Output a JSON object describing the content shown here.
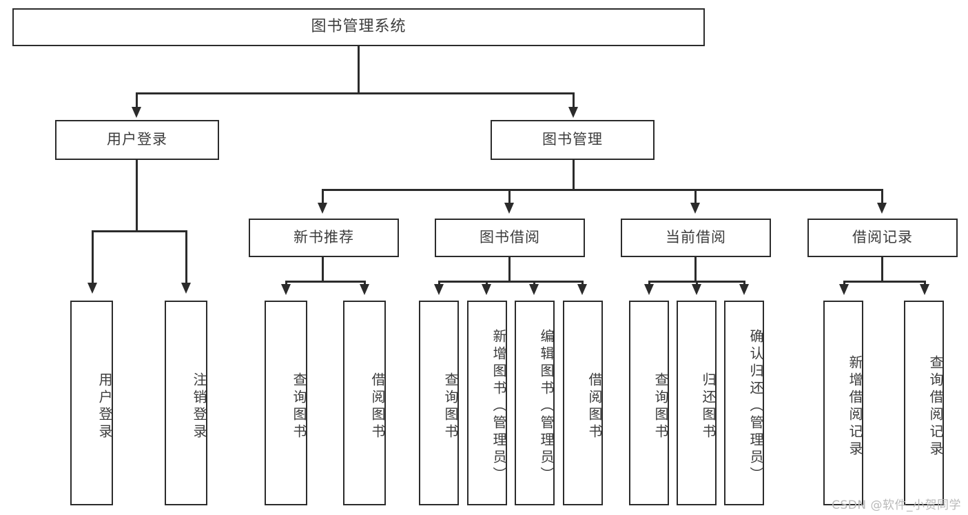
{
  "diagram": {
    "title": "图书管理系统",
    "type": "tree-hierarchy",
    "watermark": "CSDN @软件_小贺同学",
    "colors": {
      "background": "#ffffff",
      "box_border": "#2b2b2b",
      "box_fill": "#ffffff",
      "text": "#3c3c3c",
      "connector": "#2b2b2b",
      "watermark": "#b9b9b9"
    },
    "root": {
      "label": "图书管理系统"
    },
    "level2": [
      {
        "label": "用户登录"
      },
      {
        "label": "图书管理"
      }
    ],
    "level3": [
      {
        "label": "新书推荐"
      },
      {
        "label": "图书借阅"
      },
      {
        "label": "当前借阅"
      },
      {
        "label": "借阅记录"
      }
    ],
    "leaves": {
      "user_login": [
        {
          "label": "用户登录"
        },
        {
          "label": "注销登录"
        }
      ],
      "new_book_recommend": [
        {
          "label": "查询图书"
        },
        {
          "label": "借阅图书"
        }
      ],
      "book_borrow": [
        {
          "label": "查询图书"
        },
        {
          "label": "新增图书（管理员）"
        },
        {
          "label": "编辑图书（管理员）"
        },
        {
          "label": "借阅图书"
        }
      ],
      "current_borrow": [
        {
          "label": "查询图书"
        },
        {
          "label": "归还图书"
        },
        {
          "label": "确认归还（管理员）"
        }
      ],
      "borrow_record": [
        {
          "label": "新增借阅记录"
        },
        {
          "label": "查询借阅记录"
        }
      ]
    }
  }
}
